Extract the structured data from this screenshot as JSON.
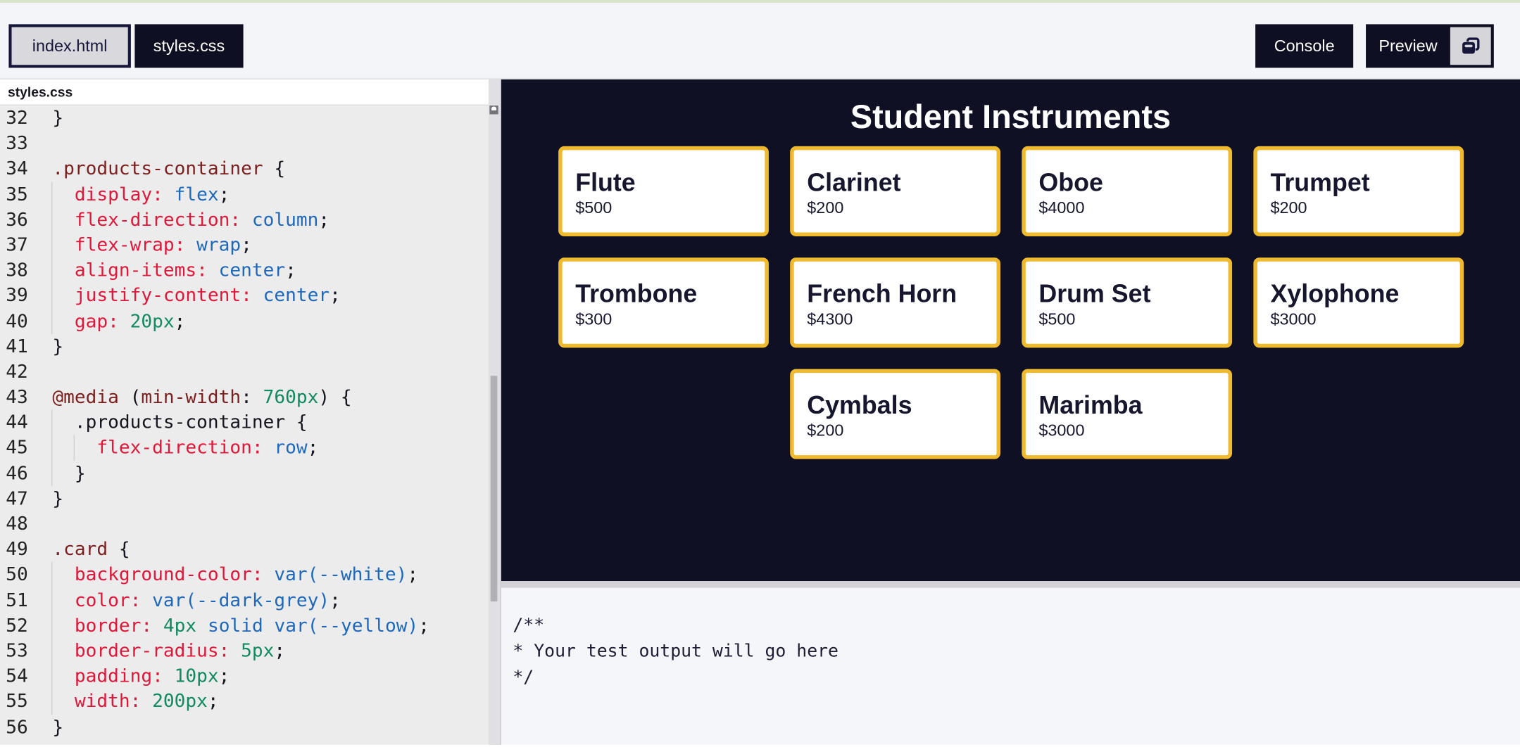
{
  "topbar": {
    "tabs": [
      {
        "label": "index.html",
        "active": false
      },
      {
        "label": "styles.css",
        "active": true
      }
    ],
    "buttons": {
      "console": "Console",
      "preview": "Preview"
    },
    "preview_icon": "duplicate-window-icon"
  },
  "editor": {
    "filename": "styles.css",
    "first_line_number": 32,
    "lines": [
      {
        "n": 32,
        "guides": [],
        "tokens": [
          [
            "plain",
            "}"
          ]
        ]
      },
      {
        "n": 33,
        "guides": [],
        "tokens": []
      },
      {
        "n": 34,
        "guides": [],
        "tokens": [
          [
            "sel",
            ".products-container"
          ],
          [
            "plain",
            " {"
          ]
        ]
      },
      {
        "n": 35,
        "guides": [
          0
        ],
        "tokens": [
          [
            "plain",
            "  "
          ],
          [
            "prop",
            "display:"
          ],
          [
            "plain",
            " "
          ],
          [
            "val",
            "flex"
          ],
          [
            "plain",
            ";"
          ]
        ]
      },
      {
        "n": 36,
        "guides": [
          0
        ],
        "tokens": [
          [
            "plain",
            "  "
          ],
          [
            "prop",
            "flex-direction:"
          ],
          [
            "plain",
            " "
          ],
          [
            "val",
            "column"
          ],
          [
            "plain",
            ";"
          ]
        ]
      },
      {
        "n": 37,
        "guides": [
          0
        ],
        "tokens": [
          [
            "plain",
            "  "
          ],
          [
            "prop",
            "flex-wrap:"
          ],
          [
            "plain",
            " "
          ],
          [
            "val",
            "wrap"
          ],
          [
            "plain",
            ";"
          ]
        ]
      },
      {
        "n": 38,
        "guides": [
          0
        ],
        "tokens": [
          [
            "plain",
            "  "
          ],
          [
            "prop",
            "align-items:"
          ],
          [
            "plain",
            " "
          ],
          [
            "val",
            "center"
          ],
          [
            "plain",
            ";"
          ]
        ]
      },
      {
        "n": 39,
        "guides": [
          0
        ],
        "tokens": [
          [
            "plain",
            "  "
          ],
          [
            "prop",
            "justify-content:"
          ],
          [
            "plain",
            " "
          ],
          [
            "val",
            "center"
          ],
          [
            "plain",
            ";"
          ]
        ]
      },
      {
        "n": 40,
        "guides": [
          0
        ],
        "tokens": [
          [
            "plain",
            "  "
          ],
          [
            "prop",
            "gap:"
          ],
          [
            "plain",
            " "
          ],
          [
            "num",
            "20px"
          ],
          [
            "plain",
            ";"
          ]
        ]
      },
      {
        "n": 41,
        "guides": [],
        "tokens": [
          [
            "plain",
            "}"
          ]
        ]
      },
      {
        "n": 42,
        "guides": [],
        "tokens": []
      },
      {
        "n": 43,
        "guides": [],
        "tokens": [
          [
            "sel",
            "@media"
          ],
          [
            "plain",
            " ("
          ],
          [
            "sel",
            "min-width"
          ],
          [
            "plain",
            ": "
          ],
          [
            "num",
            "760px"
          ],
          [
            "plain",
            ") {"
          ]
        ]
      },
      {
        "n": 44,
        "guides": [
          0
        ],
        "tokens": [
          [
            "plain",
            "  .products-container {"
          ]
        ]
      },
      {
        "n": 45,
        "guides": [
          0,
          1
        ],
        "tokens": [
          [
            "plain",
            "    "
          ],
          [
            "prop",
            "flex-direction:"
          ],
          [
            "plain",
            " "
          ],
          [
            "val",
            "row"
          ],
          [
            "plain",
            ";"
          ]
        ]
      },
      {
        "n": 46,
        "guides": [
          0
        ],
        "tokens": [
          [
            "plain",
            "  }"
          ]
        ]
      },
      {
        "n": 47,
        "guides": [],
        "tokens": [
          [
            "plain",
            "}"
          ]
        ]
      },
      {
        "n": 48,
        "guides": [],
        "tokens": []
      },
      {
        "n": 49,
        "guides": [],
        "tokens": [
          [
            "sel",
            ".card"
          ],
          [
            "plain",
            " {"
          ]
        ]
      },
      {
        "n": 50,
        "guides": [
          0
        ],
        "tokens": [
          [
            "plain",
            "  "
          ],
          [
            "prop",
            "background-color:"
          ],
          [
            "plain",
            " "
          ],
          [
            "val",
            "var(--white)"
          ],
          [
            "plain",
            ";"
          ]
        ]
      },
      {
        "n": 51,
        "guides": [
          0
        ],
        "tokens": [
          [
            "plain",
            "  "
          ],
          [
            "prop",
            "color:"
          ],
          [
            "plain",
            " "
          ],
          [
            "val",
            "var(--dark-grey)"
          ],
          [
            "plain",
            ";"
          ]
        ]
      },
      {
        "n": 52,
        "guides": [
          0
        ],
        "tokens": [
          [
            "plain",
            "  "
          ],
          [
            "prop",
            "border:"
          ],
          [
            "plain",
            " "
          ],
          [
            "num",
            "4px"
          ],
          [
            "plain",
            " "
          ],
          [
            "val",
            "solid"
          ],
          [
            "plain",
            " "
          ],
          [
            "val",
            "var(--yellow)"
          ],
          [
            "plain",
            ";"
          ]
        ]
      },
      {
        "n": 53,
        "guides": [
          0
        ],
        "tokens": [
          [
            "plain",
            "  "
          ],
          [
            "prop",
            "border-radius:"
          ],
          [
            "plain",
            " "
          ],
          [
            "num",
            "5px"
          ],
          [
            "plain",
            ";"
          ]
        ]
      },
      {
        "n": 54,
        "guides": [
          0
        ],
        "tokens": [
          [
            "plain",
            "  "
          ],
          [
            "prop",
            "padding:"
          ],
          [
            "plain",
            " "
          ],
          [
            "num",
            "10px"
          ],
          [
            "plain",
            ";"
          ]
        ]
      },
      {
        "n": 55,
        "guides": [
          0
        ],
        "tokens": [
          [
            "plain",
            "  "
          ],
          [
            "prop",
            "width:"
          ],
          [
            "plain",
            " "
          ],
          [
            "num",
            "200px"
          ],
          [
            "plain",
            ";"
          ]
        ]
      },
      {
        "n": 56,
        "guides": [],
        "tokens": [
          [
            "plain",
            "}"
          ]
        ]
      }
    ]
  },
  "preview": {
    "title": "Student Instruments",
    "products": [
      {
        "name": "Flute",
        "price": "$500"
      },
      {
        "name": "Clarinet",
        "price": "$200"
      },
      {
        "name": "Oboe",
        "price": "$4000"
      },
      {
        "name": "Trumpet",
        "price": "$200"
      },
      {
        "name": "Trombone",
        "price": "$300"
      },
      {
        "name": "French Horn",
        "price": "$4300"
      },
      {
        "name": "Drum Set",
        "price": "$500"
      },
      {
        "name": "Xylophone",
        "price": "$3000"
      },
      {
        "name": "Cymbals",
        "price": "$200"
      },
      {
        "name": "Marimba",
        "price": "$3000"
      }
    ]
  },
  "console_output": {
    "lines": [
      "/**",
      "* Your test output will go here",
      "*/"
    ]
  },
  "colors": {
    "accent_yellow": "#f0ba2e",
    "dark_navy": "#101024",
    "topbar_bg": "#f4f5f8",
    "top_strip_green": "#d8e4cc",
    "editor_bg": "#ececec",
    "syntax_selector": "#7e1f1f",
    "syntax_property": "#e1173a",
    "syntax_value": "#1d68bd",
    "syntax_number": "#108a5f",
    "console_bg": "#f5f6f9"
  }
}
